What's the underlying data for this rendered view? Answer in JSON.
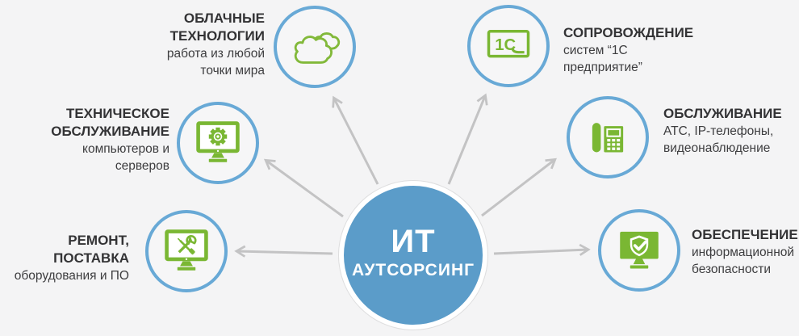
{
  "page": {
    "background": "#f4f4f5",
    "type": "it-outsourcing-services-diagram"
  },
  "colors": {
    "hub_blue": "#5b9cc9",
    "ring_blue": "#68a9d6",
    "icon_green": "#7ab733",
    "arrow_gray": "#c3c3c4",
    "title_text": "#333335",
    "subtitle_text": "#3d3d3f"
  },
  "center": {
    "line1": "ИТ",
    "line2": "АУТСОРСИНГ"
  },
  "nodes": [
    {
      "id": "cloud",
      "icon": "cloud-icon",
      "title": "ОБЛАЧНЫЕ\nТЕХНОЛОГИИ",
      "subtitle": "работа из любой\nточки мира"
    },
    {
      "id": "tech-service",
      "icon": "monitor-gear-icon",
      "title": "ТЕХНИЧЕСКОЕ\nОБСЛУЖИВАНИЕ",
      "subtitle": "компьютеров и\nсерверов"
    },
    {
      "id": "repair-supply",
      "icon": "monitor-tools-icon",
      "title": "РЕМОНТ, ПОСТАВКА",
      "subtitle": "оборудования и ПО"
    },
    {
      "id": "1c-support",
      "icon": "1c-logo-icon",
      "title": "СОПРОВОЖДЕНИЕ",
      "subtitle": "систем “1С\nпредприятие”"
    },
    {
      "id": "telephony",
      "icon": "office-phone-icon",
      "title": "ОБСЛУЖИВАНИЕ",
      "subtitle": "АТС, IP-телефоны,\nвидеонаблюдение"
    },
    {
      "id": "security",
      "icon": "monitor-shield-icon",
      "title": "ОБЕСПЕЧЕНИЕ",
      "subtitle": "информационной\nбезопасности"
    }
  ]
}
